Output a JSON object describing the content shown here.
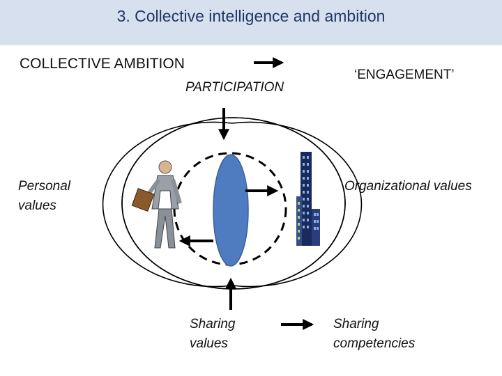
{
  "title": "3. Collective intelligence and ambition",
  "labels": {
    "collective_ambition": "COLLECTIVE AMBITION",
    "engagement": "‘ENGAGEMENT’",
    "participation": "PARTICIPATION",
    "personal_values_line1": "Personal",
    "personal_values_line2": "values",
    "organizational_values": "Organizational values",
    "sharing_values_line1": "Sharing",
    "sharing_values_line2": "values",
    "sharing_competencies_line1": "Sharing",
    "sharing_competencies_line2": "competencies"
  },
  "colors": {
    "title_bar": "#d6e0ee",
    "title_text": "#1f3864",
    "center_ellipse": "#4f7cc0",
    "building": "#1a2a5c"
  },
  "icons": [
    "businessman-icon",
    "office-building-icon"
  ]
}
